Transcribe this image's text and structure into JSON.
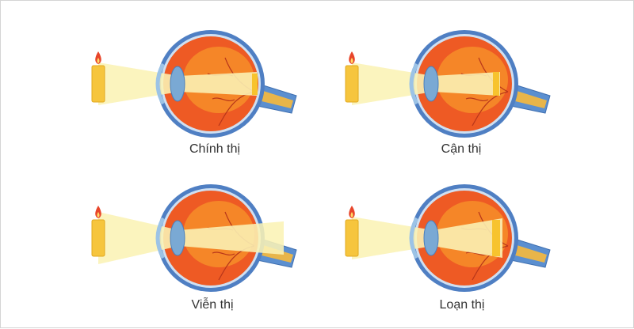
{
  "diagrams": [
    {
      "label": "Chính thị",
      "type": "normal"
    },
    {
      "label": "Cận thị",
      "type": "myopia"
    },
    {
      "label": "Viễn thị",
      "type": "hyperopia"
    },
    {
      "label": "Loạn thị",
      "type": "astigmatism"
    }
  ],
  "colors": {
    "sclera_outer": "#4f7fc3",
    "eye_fill": "#ee5a24",
    "eye_inner": "#f7952a",
    "lens": "#7aa9d4",
    "light_beam": "#fbf2b5",
    "candle": "#f6c53d",
    "flame": "#e8452a",
    "focus": "#f7c32e",
    "nerve": "#e8b54a"
  }
}
